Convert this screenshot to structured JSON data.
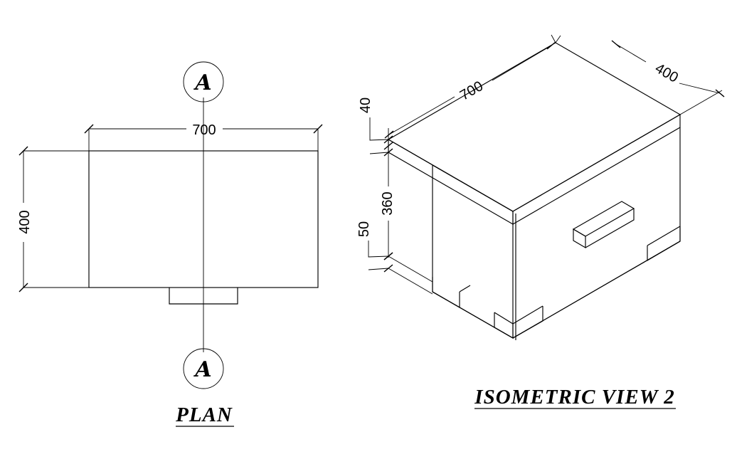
{
  "document": {
    "type": "technical-drawing",
    "background_color": "#ffffff",
    "line_color": "#000000"
  },
  "plan_view": {
    "label": "PLAN",
    "section_marker_top": {
      "letter": "A",
      "icon": "section-marker-circle"
    },
    "section_marker_bottom": {
      "letter": "A",
      "icon": "section-marker-circle"
    },
    "dimensions": {
      "width": "700",
      "depth": "400"
    }
  },
  "isometric_view": {
    "label": "ISOMETRIC VIEW 2",
    "dimensions": {
      "length": "700",
      "width": "400",
      "top_thickness": "40",
      "body_height": "360",
      "leg_height": "50"
    },
    "parts": {
      "top_slab": "cabinet-top-slab",
      "body": "cabinet-body",
      "drawer_handle": "drawer-handle",
      "legs": "cabinet-legs"
    }
  }
}
